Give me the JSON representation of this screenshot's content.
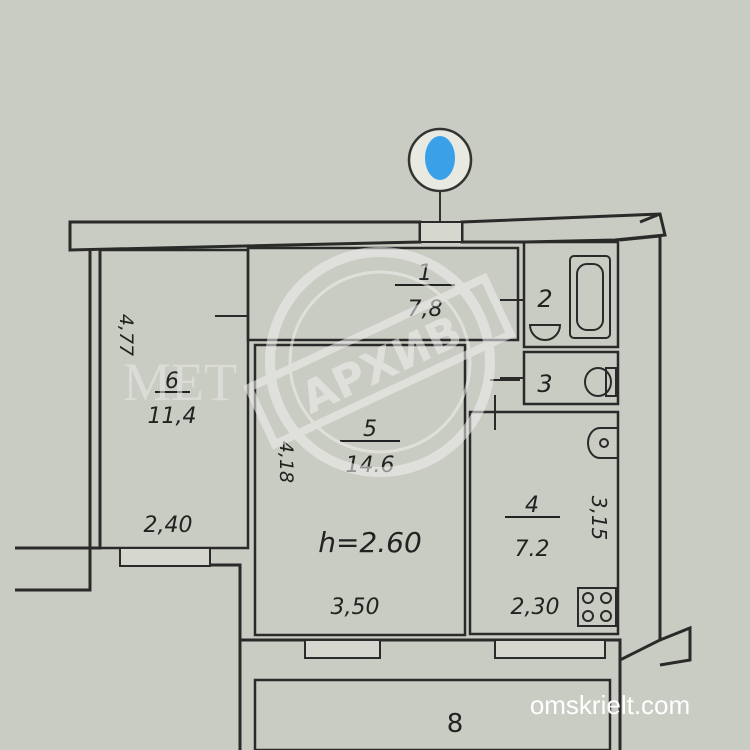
{
  "rooms": [
    {
      "number": "1",
      "area": "7,8"
    },
    {
      "number": "2",
      "area": ""
    },
    {
      "number": "3",
      "area": ""
    },
    {
      "number": "4",
      "area": "7.2"
    },
    {
      "number": "5",
      "area": "14.6"
    },
    {
      "number": "6",
      "area": "11,4"
    },
    {
      "number": "8",
      "area": ""
    }
  ],
  "dimensions": {
    "room6_length": "4,77",
    "room6_width": "2,40",
    "room5_length": "4,18",
    "room5_width": "3,50",
    "room4_length": "3,15",
    "room4_width": "2,30"
  },
  "ceiling_height": "h=2.60",
  "watermark": {
    "stamp": "АРХИВ",
    "brand": "MET"
  },
  "site": "omskrielt.com"
}
